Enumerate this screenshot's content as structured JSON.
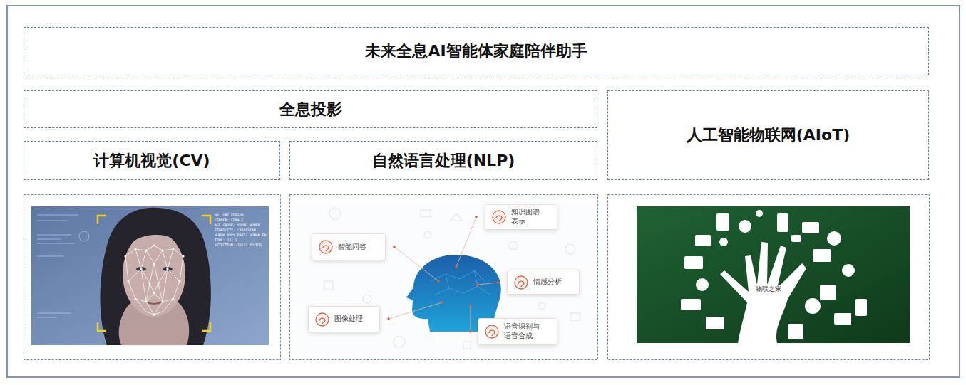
{
  "diagram": {
    "title": "未来全息AI智能体家庭陪伴助手",
    "nodes": [
      {
        "text": [
          "全息投影"
        ]
      },
      {
        "text": [
          "人工智能物联网(AIoT)"
        ]
      },
      {
        "text": [
          "计算机视觉(CV)"
        ]
      },
      {
        "text": [
          "自然语言处理(NLP)"
        ]
      },
      {
        "text": [
          "知识图谱 表示"
        ]
      },
      {
        "text": [
          "智能问答"
        ]
      },
      {
        "text": [
          "情感分析"
        ]
      },
      {
        "text": [
          "图像处理"
        ]
      },
      {
        "text": [
          "语音识别与 语音合成"
        ]
      }
    ],
    "labels": [
      "NO: ONE PERSON",
      "GENDER: FEMALE",
      "AGE GROUP: YOUNG WOMEN",
      "ETHNICITY: CAUCASIAN",
      "HUMAN BODY PART: HUMAN FAC",
      "TIME: 331 S",
      "DETECTION: 23621 POINTS",
      "物联之家"
    ]
  }
}
